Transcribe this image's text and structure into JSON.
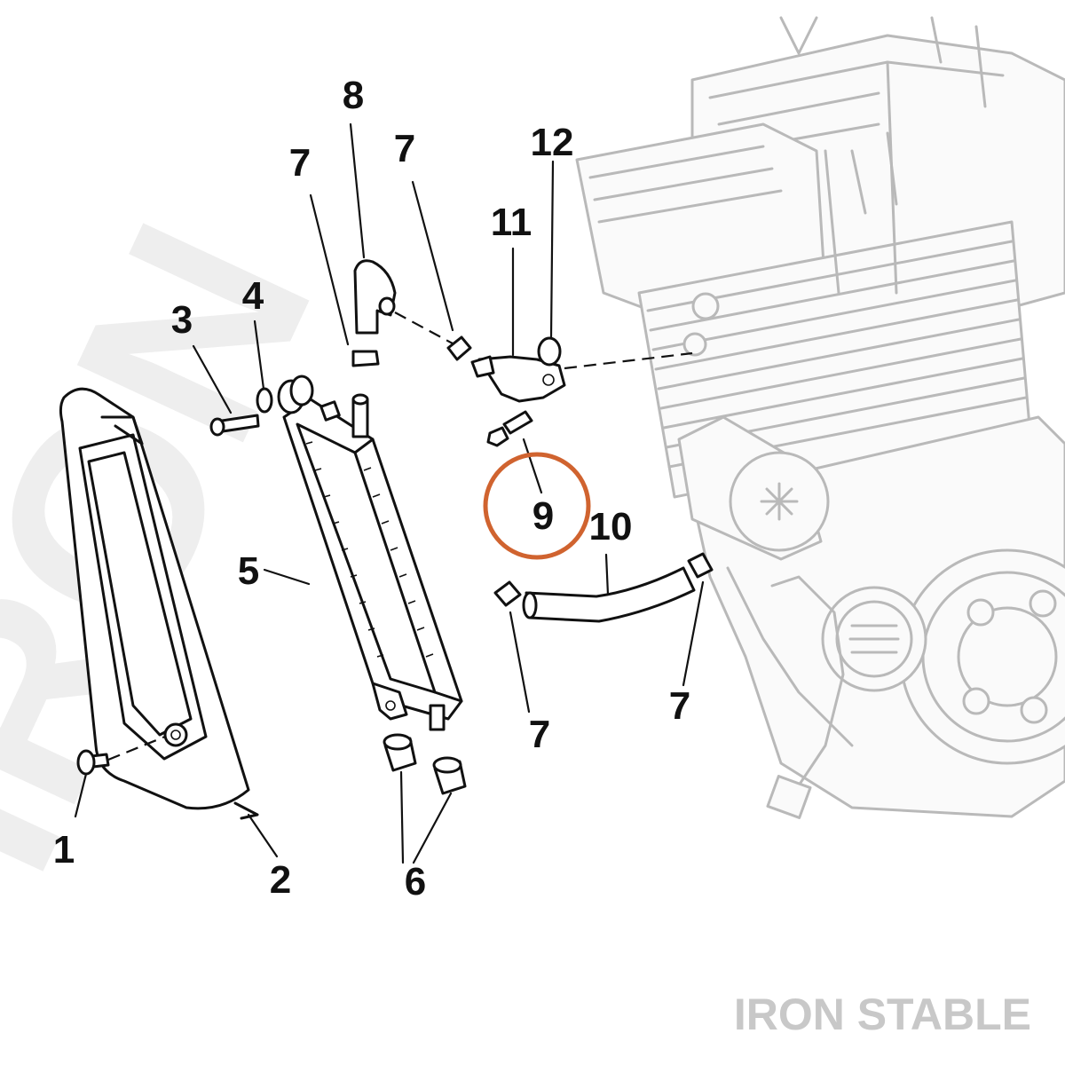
{
  "watermark": {
    "text": "IRON"
  },
  "brand": {
    "text": "IRON STABLE"
  },
  "highlight": {
    "target": "9",
    "color": "#d0632f"
  },
  "callouts": {
    "c1": "1",
    "c2": "2",
    "c3": "3",
    "c4": "4",
    "c5": "5",
    "c6": "6",
    "c7a": "7",
    "c7b": "7",
    "c7c": "7",
    "c7d": "7",
    "c8": "8",
    "c9": "9",
    "c10": "10",
    "c11": "11",
    "c12": "12"
  }
}
